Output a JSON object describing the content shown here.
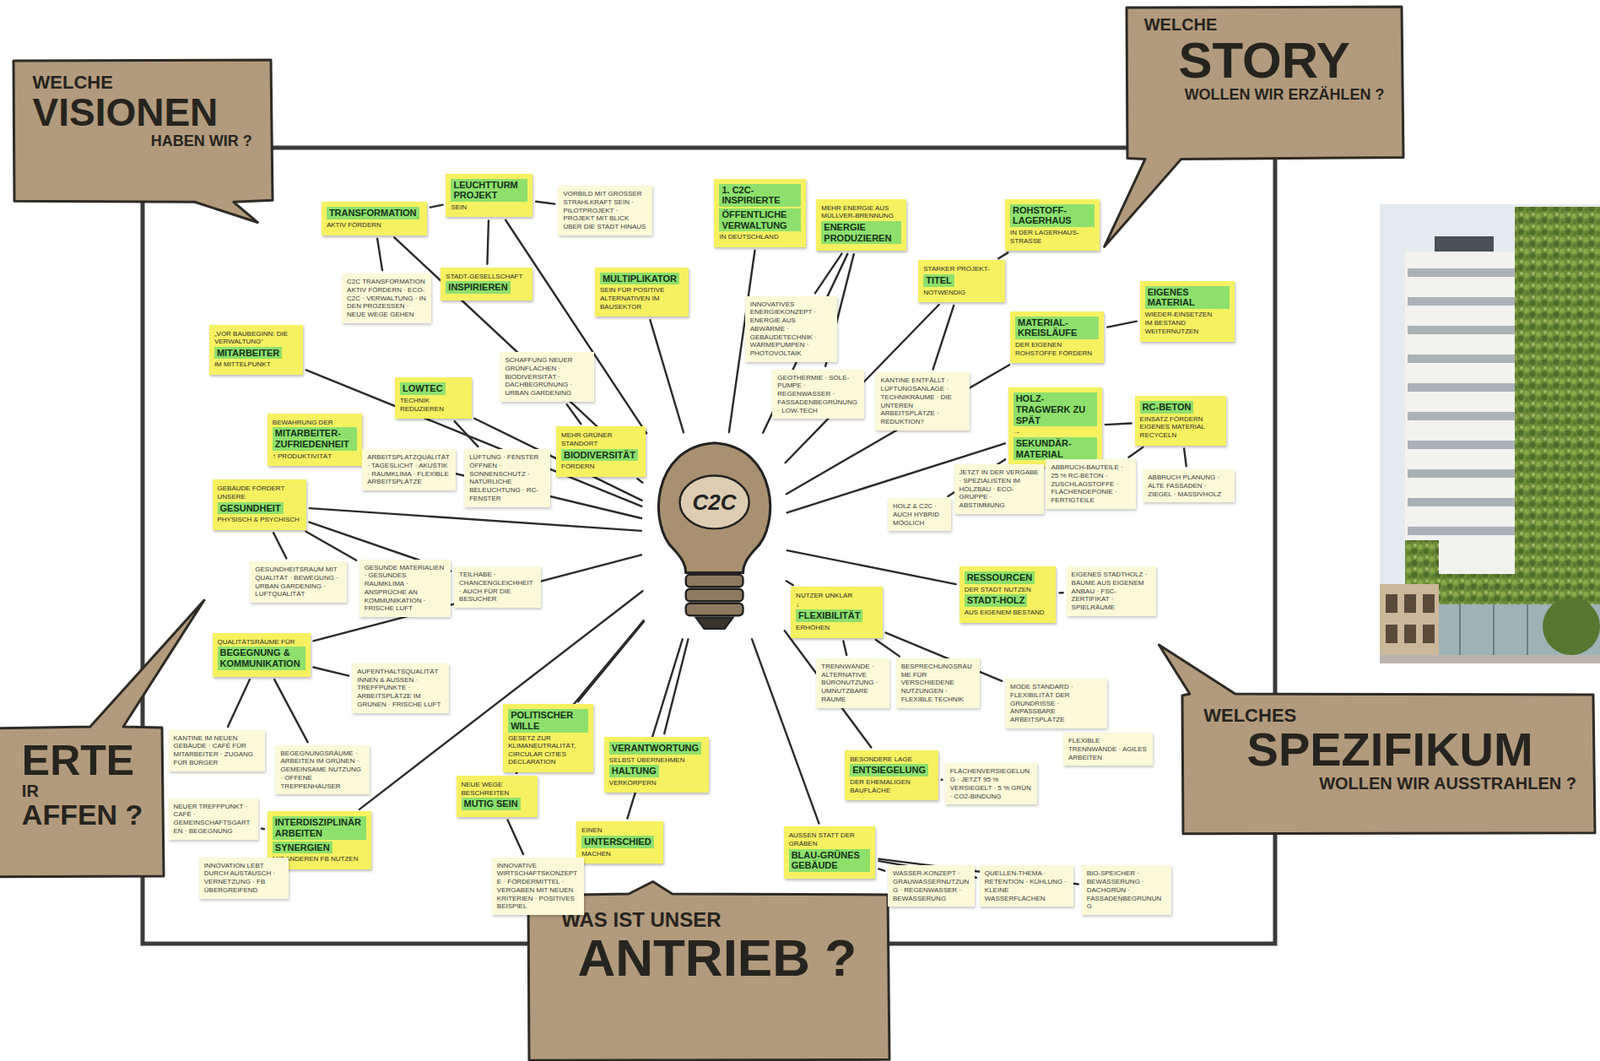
{
  "diagram": {
    "nodes": [
      {
        "text": [
          "C2C"
        ]
      },
      {
        "text": [
          "WELCHE",
          "VISIONEN",
          "HABEN WIR ?"
        ]
      },
      {
        "text": [
          "WELCHE",
          "STORY",
          "WOLLEN WIR ERZÄHLEN ?"
        ]
      },
      {
        "text": [
          "ERTE",
          "IR",
          "AFFEN ?"
        ]
      },
      {
        "text": [
          "WELCHES",
          "SPEZIFIKUM",
          "WOLLEN WIR AUSSTRAHLEN ?"
        ]
      },
      {
        "text": [
          "WAS IST UNSER",
          "ANTRIEB ?"
        ]
      },
      {
        "text": [
          "TRANSFORMATION",
          "AKTIV FÖRDERN"
        ]
      },
      {
        "text": [
          "LEUCHTTURM PROJEKT",
          "SEIN"
        ]
      },
      {
        "text": [
          "STADT-GESELLSCHAFT",
          "INSPIRIEREN"
        ]
      },
      {
        "text": [
          "MULTIPLIKATOR",
          "SEIN FÜR POSITIVE ALTERNATIVEN IM BAUSEKTOR"
        ]
      },
      {
        "text": [
          "1. C2C-INSPIRIERTE",
          "ÖFFENTLICHE VERWALTUNG",
          "IN DEUTSCHLAND"
        ]
      },
      {
        "text": [
          "MEHR ENERGIE AUS MÜLLVER-BRENNUNG",
          "ENERGIE PRODUZIEREN"
        ]
      },
      {
        "text": [
          "ROHSTOFF-LAGERHAUS",
          "IN DER LAGERHAUS-STRASSE"
        ]
      },
      {
        "text": [
          "STARKER PROJEKT-",
          "TITEL",
          "NOTWENDIG"
        ]
      },
      {
        "text": [
          "MATERIAL-KREISLÄUFE",
          "DER EIGENEN ROHSTOFFE FÖRDERN"
        ]
      },
      {
        "text": [
          "EIGENES MATERIAL",
          "WIEDER-EINSETZEN",
          "IM BESTAND WEITERNUTZEN"
        ]
      },
      {
        "text": [
          "HOLZ-TRAGWERK ZU SPÄT",
          "→",
          "SEKUNDÄR-MATERIAL"
        ]
      },
      {
        "text": [
          "RC-BETON",
          "EINSATZ FÖRDERN EIGENES MATERIAL RECYCELN"
        ]
      },
      {
        "text": [
          "„VOR BAUBEGINN: DIE VERWALTUNG“",
          "MITARBEITER",
          "IM MITTELPUNKT"
        ]
      },
      {
        "text": [
          "LOWTEC",
          "TECHNIK REDUZIEREN"
        ]
      },
      {
        "text": [
          "BEWAHRUNG DER",
          "MITARBEITER-ZUFRIEDENHEIT",
          "↑ PRODUKTIVITÄT"
        ]
      },
      {
        "text": [
          "MEHR GRÜNER STANDORT",
          "BIODIVERSITÄT",
          "FÖRDERN"
        ]
      },
      {
        "text": [
          "GEBÄUDE FÖRDERT UNSERE",
          "GESUNDHEIT",
          "PHYSISCH & PSYCHISCH"
        ]
      },
      {
        "text": [
          "NUTZER UNKLAR",
          "↓",
          "FLEXIBILITÄT",
          "ERHÖHEN"
        ]
      },
      {
        "text": [
          "RESSOURCEN",
          "DER STADT NUTZEN",
          "STADT-HOLZ",
          "AUS EIGENEM BESTAND"
        ]
      },
      {
        "text": [
          "QUALITÄTSRÄUME FÜR",
          "BEGEGNUNG & KOMMUNIKATION"
        ]
      },
      {
        "text": [
          "POLITISCHER WILLE",
          "GESETZ ZUR KLIMANEUTRALITÄT, CIRCULAR CITIES DECLARATION"
        ]
      },
      {
        "text": [
          "VERANTWORTUNG",
          "SELBST ÜBERNEHMEN",
          "HALTUNG",
          "VERKÖRPERN"
        ]
      },
      {
        "text": [
          "NEUE WEGE BESCHREITEN",
          "MUTIG SEIN"
        ]
      },
      {
        "text": [
          "EINEN",
          "UNTERSCHIED",
          "MACHEN"
        ]
      },
      {
        "text": [
          "BESONDERE LAGE",
          "ENTSIEGELUNG",
          "DER EHEMALIGEN BAUFLÄCHE"
        ]
      },
      {
        "text": [
          "AUSSEN STATT DER GRÄBEN",
          "BLAU-GRÜNES GEBÄUDE"
        ]
      },
      {
        "text": [
          "INTERDISZIPLINÄR ARBEITEN",
          "SYNERGIEN",
          "MIT ANDEREN FB NUTZEN"
        ]
      },
      {
        "text": [
          "VORBILD MIT GROSSER STRAHLKRAFT SEIN · PILOTPROJEKT · PROJEKT MIT BLICK ÜBER DIE STADT HINAUS"
        ]
      },
      {
        "text": [
          "C2C TRANSFORMATION AKTIV FÖRDERN · ECO-C2C · VERWALTUNG · IN DEN PROZESSEN · NEUE WEGE GEHEN"
        ]
      },
      {
        "text": [
          "INNOVATIVES ENERGIEKONZEPT · ENERGIE AUS ABWÄRME · GEBÄUDETECHNIK · WÄRMEPUMPEN · PHOTOVOLTAIK"
        ]
      },
      {
        "text": [
          "GEOTHERMIE · SOLE-PUMPE · REGENWASSER · FASSADENBEGRÜNUNG · LOW-TECH"
        ]
      },
      {
        "text": [
          "KANTINE ENTFÄLLT · LÜFTUNGSANLAGE · TECHNIKRÄUME · DIE UNTEREN ARBEITSPLÄTZE · REDUKTION?"
        ]
      },
      {
        "text": [
          "SCHAFFUNG NEUER GRÜNFLÄCHEN · BIODIVERSITÄT · DACHBEGRÜNUNG · URBAN GARDENING"
        ]
      },
      {
        "text": [
          "LÜFTUNG · FENSTER ÖFFNEN · SONNENSCHUTZ · NATÜRLICHE BELEUCHTUNG · RC-FENSTER"
        ]
      },
      {
        "text": [
          "ARBEITSPLATZQUALITÄT · TAGESLICHT · AKUSTIK · RAUMKLIMA · FLEXIBLE ARBEITSPLÄTZE"
        ]
      },
      {
        "text": [
          "GESUNDHEITSRAUM MIT QUALITÄT · BEWEGUNG · URBAN GARDENING · LUFTQUALITÄT"
        ]
      },
      {
        "text": [
          "GESUNDE MATERIALIEN · GESUNDES RAUMKLIMA · ANSPRÜCHE AN KOMMUNIKATION · FRISCHE LUFT"
        ]
      },
      {
        "text": [
          "TEILHABE · CHANCENGLEICHHEIT · AUCH FÜR DIE BESUCHER"
        ]
      },
      {
        "text": [
          "AUFENTHALTSQUALITÄT INNEN & AUSSEN · TREFFPUNKTE · ARBEITSPLÄTZE IM GRÜNEN · FRISCHE LUFT"
        ]
      },
      {
        "text": [
          "KANTINE IM NEUEN GEBÄUDE · CAFÉ FÜR MITARBEITER · ZUGANG FÜR BÜRGER"
        ]
      },
      {
        "text": [
          "BEGEGNUNGSRÄUME · ARBEITEN IM GRÜNEN · GEMEINSAME NUTZUNG · OFFENE TREPPENHÄUSER"
        ]
      },
      {
        "text": [
          "NEUER TREFFPUNKT · CAFÉ · GEMEINSCHAFTSGARTEN · BEGEGNUNG"
        ]
      },
      {
        "text": [
          "INNOVATION LEBT DURCH AUSTAUSCH · VERNETZUNG · FB ÜBERGREIFEND"
        ]
      },
      {
        "text": [
          "INNOVATIVE WIRTSCHAFTSKONZEPTE · FÖRDERMITTEL · VERGABEN MIT NEUEN KRITERIEN · POSITIVES BEISPIEL"
        ]
      },
      {
        "text": [
          "JETZT IN DER VERGABE · SPEZIALISTEN IM HOLZBAU · ECO-GRUPPE · ABSTIMMUNG"
        ]
      },
      {
        "text": [
          "ABBRUCH-BAUTEILE · 25 % RC-BETON · ZUSCHLAGSTOFFE · FLÄCHENDEPONIE · FERTIGTEILE"
        ]
      },
      {
        "text": [
          "ABBRUCH PLANUNG · ALTE FASSADEN · ZIEGEL · MASSIVHOLZ"
        ]
      },
      {
        "text": [
          "HOLZ & C2C · AUCH HYBRID MÖGLICH"
        ]
      },
      {
        "text": [
          "EIGENES STADTHOLZ · BÄUME AUS EIGENEM ANBAU · FSC-ZERTIFIKAT · SPIELRÄUME"
        ]
      },
      {
        "text": [
          "TRENNWÄNDE · ALTERNATIVE BÜRONUTZUNG · UMNUTZBARE RÄUME"
        ]
      },
      {
        "text": [
          "BESPRECHUNGSRÄUME FÜR VERSCHIEDENE NUTZUNGEN · FLEXIBLE TECHNIK"
        ]
      },
      {
        "text": [
          "MODE STANDARD · FLEXIBILITÄT DER GRUNDRISSE · ANPASSBARE ARBEITSPLÄTZE"
        ]
      },
      {
        "text": [
          "FLEXIBLE TRENNWÄNDE · AGILES ARBEITEN"
        ]
      },
      {
        "text": [
          "FLÄCHENVERSIEGELUNG · JETZT 95 % VERSIEGELT · 5 % GRÜN · CO2-BINDUNG"
        ]
      },
      {
        "text": [
          "WASSER-KONZEPT · GRAUWASSERNUTZUNG · REGENWASSER · BEWÄSSERUNG"
        ]
      },
      {
        "text": [
          "QUELLEN-THEMA · RETENTION · KÜHLUNG · KLEINE WASSERFLÄCHEN"
        ]
      },
      {
        "text": [
          "BIO-SPEICHER · BEWÄSSERUNG · DACHGRÜN · FASSADENBEGRÜNUNG"
        ]
      }
    ],
    "edges": [
      {
        "from": 0,
        "to": 6,
        "arrow": "none"
      },
      {
        "from": 0,
        "to": 7,
        "arrow": "none"
      },
      {
        "from": 0,
        "to": 9,
        "arrow": "none"
      },
      {
        "from": 0,
        "to": 10,
        "arrow": "none"
      },
      {
        "from": 0,
        "to": 11,
        "arrow": "none"
      },
      {
        "from": 0,
        "to": 13,
        "arrow": "none"
      },
      {
        "from": 0,
        "to": 14,
        "arrow": "none"
      },
      {
        "from": 0,
        "to": 16,
        "arrow": "none"
      },
      {
        "from": 0,
        "to": 18,
        "arrow": "none"
      },
      {
        "from": 0,
        "to": 19,
        "arrow": "none"
      },
      {
        "from": 0,
        "to": 20,
        "arrow": "none"
      },
      {
        "from": 0,
        "to": 21,
        "arrow": "none"
      },
      {
        "from": 0,
        "to": 22,
        "arrow": "none"
      },
      {
        "from": 0,
        "to": 23,
        "arrow": "none"
      },
      {
        "from": 0,
        "to": 24,
        "arrow": "none"
      },
      {
        "from": 0,
        "to": 25,
        "arrow": "none"
      },
      {
        "from": 0,
        "to": 26,
        "arrow": "none"
      },
      {
        "from": 0,
        "to": 27,
        "arrow": "none"
      },
      {
        "from": 0,
        "to": 28,
        "arrow": "none"
      },
      {
        "from": 0,
        "to": 29,
        "arrow": "none"
      },
      {
        "from": 0,
        "to": 30,
        "arrow": "none"
      },
      {
        "from": 0,
        "to": 31,
        "arrow": "none"
      },
      {
        "from": 0,
        "to": 32,
        "arrow": "none"
      },
      {
        "from": 7,
        "to": 6,
        "arrow": "none"
      },
      {
        "from": 7,
        "to": 8,
        "arrow": "none"
      },
      {
        "from": 7,
        "to": 33,
        "arrow": "none"
      },
      {
        "from": 13,
        "to": 12,
        "arrow": "none"
      },
      {
        "from": 14,
        "to": 15,
        "arrow": "none"
      },
      {
        "from": 16,
        "to": 17,
        "arrow": "none"
      },
      {
        "from": 6,
        "to": 34,
        "arrow": "none"
      },
      {
        "from": 11,
        "to": 35,
        "arrow": "none"
      },
      {
        "from": 11,
        "to": 36,
        "arrow": "none"
      },
      {
        "from": 13,
        "to": 37,
        "arrow": "none"
      },
      {
        "from": 21,
        "to": 38,
        "arrow": "none"
      },
      {
        "from": 19,
        "to": 39,
        "arrow": "none"
      },
      {
        "from": 20,
        "to": 40,
        "arrow": "none"
      },
      {
        "from": 22,
        "to": 41,
        "arrow": "none"
      },
      {
        "from": 22,
        "to": 42,
        "arrow": "none"
      },
      {
        "from": 22,
        "to": 43,
        "arrow": "none"
      },
      {
        "from": 25,
        "to": 44,
        "arrow": "none"
      },
      {
        "from": 25,
        "to": 45,
        "arrow": "none"
      },
      {
        "from": 25,
        "to": 46,
        "arrow": "none"
      },
      {
        "from": 32,
        "to": 47,
        "arrow": "none"
      },
      {
        "from": 32,
        "to": 48,
        "arrow": "none"
      },
      {
        "from": 28,
        "to": 49,
        "arrow": "none"
      },
      {
        "from": 16,
        "to": 50,
        "arrow": "none"
      },
      {
        "from": 17,
        "to": 51,
        "arrow": "none"
      },
      {
        "from": 17,
        "to": 52,
        "arrow": "none"
      },
      {
        "from": 16,
        "to": 53,
        "arrow": "none"
      },
      {
        "from": 24,
        "to": 54,
        "arrow": "none"
      },
      {
        "from": 23,
        "to": 55,
        "arrow": "none"
      },
      {
        "from": 23,
        "to": 56,
        "arrow": "none"
      },
      {
        "from": 23,
        "to": 57,
        "arrow": "none"
      },
      {
        "from": 30,
        "to": 59,
        "arrow": "none"
      },
      {
        "from": 31,
        "to": 60,
        "arrow": "none"
      },
      {
        "from": 31,
        "to": 61,
        "arrow": "none"
      },
      {
        "from": 31,
        "to": 62,
        "arrow": "none"
      }
    ]
  }
}
